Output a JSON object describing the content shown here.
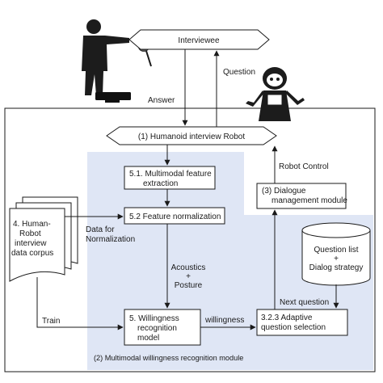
{
  "interviewee": "Interviewee",
  "question_label": "Question",
  "answer_label": "Answer",
  "robot": "(1) Humanoid interview Robot",
  "robot_control": "Robot Control",
  "feature_extraction": [
    "5.1. Multimodal feature",
    "extraction"
  ],
  "feature_normalization": "5.2 Feature normalization",
  "dialogue_module": [
    "(3) Dialogue",
    "management module"
  ],
  "corpus": [
    "4. Human-",
    "Robot",
    "interview",
    "data corpus"
  ],
  "data_for_normalization": [
    "Data for",
    "Normalization"
  ],
  "acoustics": [
    "Acoustics",
    "+",
    "Posture"
  ],
  "question_db": [
    "Question list",
    "+",
    "Dialog strategy"
  ],
  "next_question": "Next question",
  "train": "Train",
  "willingness_model": [
    "5. Willingness",
    "recognition",
    "model"
  ],
  "willingness": "willingness",
  "adaptive_selection": [
    "3.2.3 Adaptive",
    "question selection"
  ],
  "module_label": "(2) Multimodal willingness recognition module"
}
